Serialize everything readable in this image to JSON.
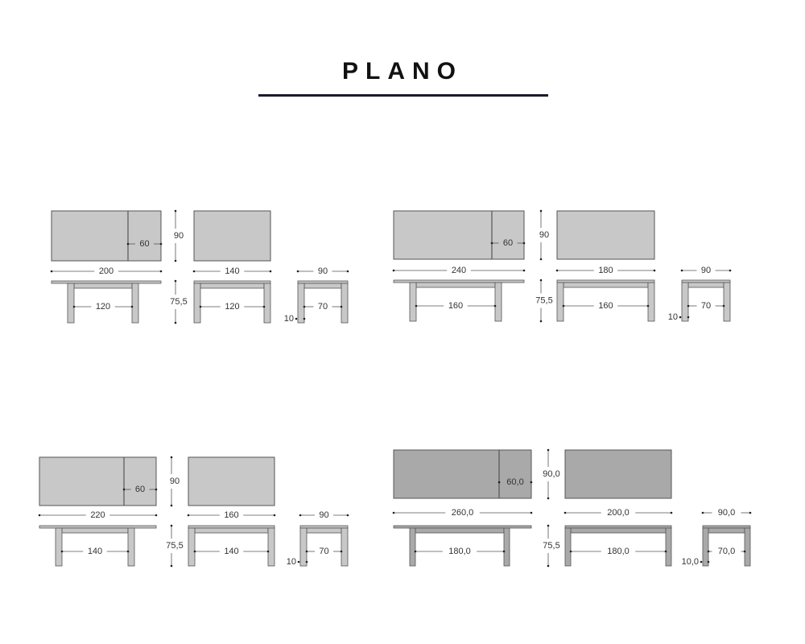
{
  "title": "PLANO",
  "colors": {
    "panel_light": "#c8c8c8",
    "panel_dark": "#a9a9a9",
    "stroke": "#555555"
  },
  "tables": [
    {
      "extended_length": "200",
      "extension_leaf": "60",
      "closed_length": "140",
      "width": "90",
      "height": "75,5",
      "extended_leg_span": "120",
      "closed_leg_span": "120",
      "side_leg_span": "70",
      "leg_size": "10"
    },
    {
      "extended_length": "240",
      "extension_leaf": "60",
      "closed_length": "180",
      "width": "90",
      "height": "75,5",
      "extended_leg_span": "160",
      "closed_leg_span": "160",
      "side_leg_span": "70",
      "leg_size": "10"
    },
    {
      "extended_length": "220",
      "extension_leaf": "60",
      "closed_length": "160",
      "width": "90",
      "height": "75,5",
      "extended_leg_span": "140",
      "closed_leg_span": "140",
      "side_leg_span": "70",
      "leg_size": "10"
    },
    {
      "extended_length": "260,0",
      "extension_leaf": "60,0",
      "closed_length": "200,0",
      "width": "90,0",
      "height": "75,5",
      "extended_leg_span": "180,0",
      "closed_leg_span": "180,0",
      "side_leg_span": "70,0",
      "leg_size": "10,0"
    }
  ]
}
